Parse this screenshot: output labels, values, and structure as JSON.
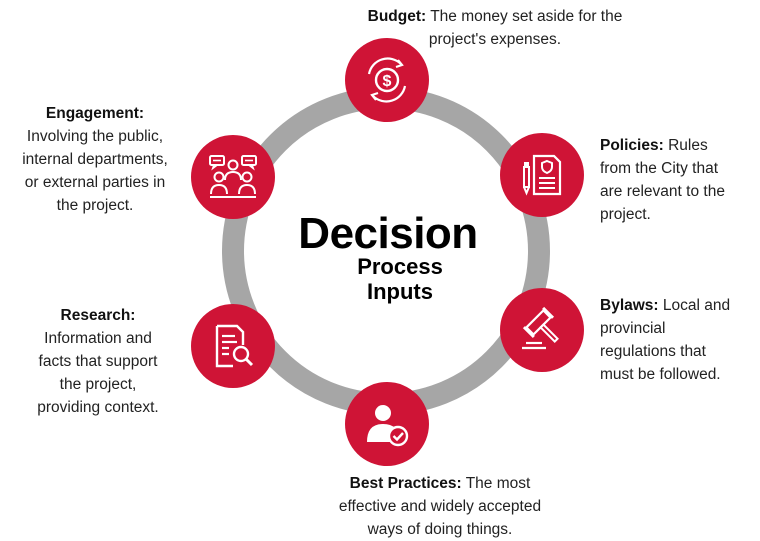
{
  "center": {
    "title": "Decision",
    "subtitle_line1": "Process",
    "subtitle_line2": "Inputs"
  },
  "colors": {
    "accent": "#cf1436",
    "ring": "#a6a6a6",
    "text": "#222222"
  },
  "inputs": [
    {
      "id": "budget",
      "icon": "dollar-cycle-icon",
      "title": "Budget:",
      "lines": [
        "The money set aside for the",
        "project's expenses."
      ]
    },
    {
      "id": "policies",
      "icon": "policy-document-icon",
      "title": "Policies:",
      "lines": [
        "Rules",
        "from the City that",
        "are relevant to the",
        "project."
      ]
    },
    {
      "id": "bylaws",
      "icon": "gavel-icon",
      "title": "Bylaws:",
      "lines": [
        "Local and",
        "provincial",
        "regulations that",
        "must be followed."
      ]
    },
    {
      "id": "best-practices",
      "icon": "person-check-icon",
      "title": "Best Practices:",
      "lines": [
        "The most",
        "effective and widely accepted",
        "ways of doing things."
      ]
    },
    {
      "id": "research",
      "icon": "document-search-icon",
      "title": "Research:",
      "lines": [
        "Information and",
        "facts that support",
        "the project,",
        "providing context."
      ]
    },
    {
      "id": "engagement",
      "icon": "people-discussion-icon",
      "title": "Engagement:",
      "lines": [
        "Involving the public,",
        "internal departments,",
        "or external parties in",
        "the project."
      ]
    }
  ]
}
